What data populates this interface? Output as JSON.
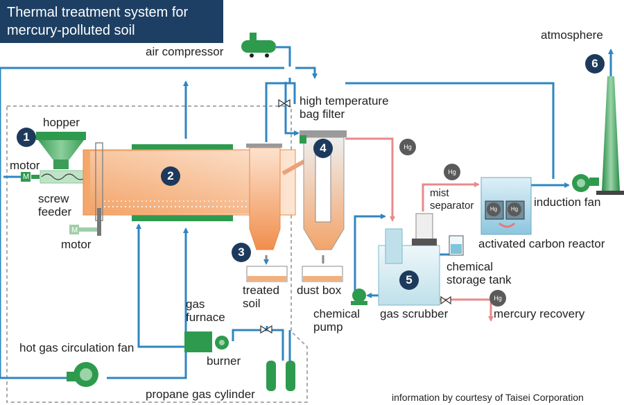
{
  "title": {
    "line1": "Thermal treatment system for",
    "line2": "mercury-polluted soil"
  },
  "badges": {
    "b1": "1",
    "b2": "2",
    "b3": "3",
    "b4": "4",
    "b5": "5",
    "b6": "6"
  },
  "labels": {
    "air_compressor": "air compressor",
    "atmosphere": "atmosphere",
    "high_temp_bag_filter_1": "high temperature",
    "high_temp_bag_filter_2": "bag filter",
    "hopper": "hopper",
    "motor_left": "motor",
    "screw_feeder_1": "screw",
    "screw_feeder_2": "feeder",
    "motor_bottom": "motor",
    "mist_separator_1": "mist",
    "mist_separator_2": "separator",
    "induction_fan": "induction fan",
    "activated_carbon_reactor": "activated carbon reactor",
    "chemical_storage_tank_1": "chemical",
    "chemical_storage_tank_2": "storage tank",
    "treated_soil_1": "treated",
    "treated_soil_2": "soil",
    "dust_box": "dust box",
    "chemical_pump_1": "chemical",
    "chemical_pump_2": "pump",
    "gas_scrubber": "gas scrubber",
    "mercury_recovery": "mercury recovery",
    "gas_furnace_1": "gas",
    "gas_furnace_2": "furnace",
    "burner": "burner",
    "hot_gas_circulation_fan": "hot gas circulation fan",
    "propane_gas_cylinder": "propane gas cylinder"
  },
  "hg_markers": {
    "hg1": "Hg",
    "hg2": "Hg",
    "hg3": "Hg",
    "hg4": "Hg",
    "hg5": "Hg"
  },
  "motor_glyphs": {
    "m1": "M",
    "m2": "M"
  },
  "credit": "information by courtesy of Taisei Corporation",
  "colors": {
    "title_bg": "#1d3f63",
    "air_line": "#2e86c1",
    "mercury_line": "#e89090",
    "equipment_green": "#2e9a4e",
    "kiln_orange": "#f0a060",
    "scrubber_blue": "#cfe8ef",
    "badge": "#1d3a5c"
  }
}
